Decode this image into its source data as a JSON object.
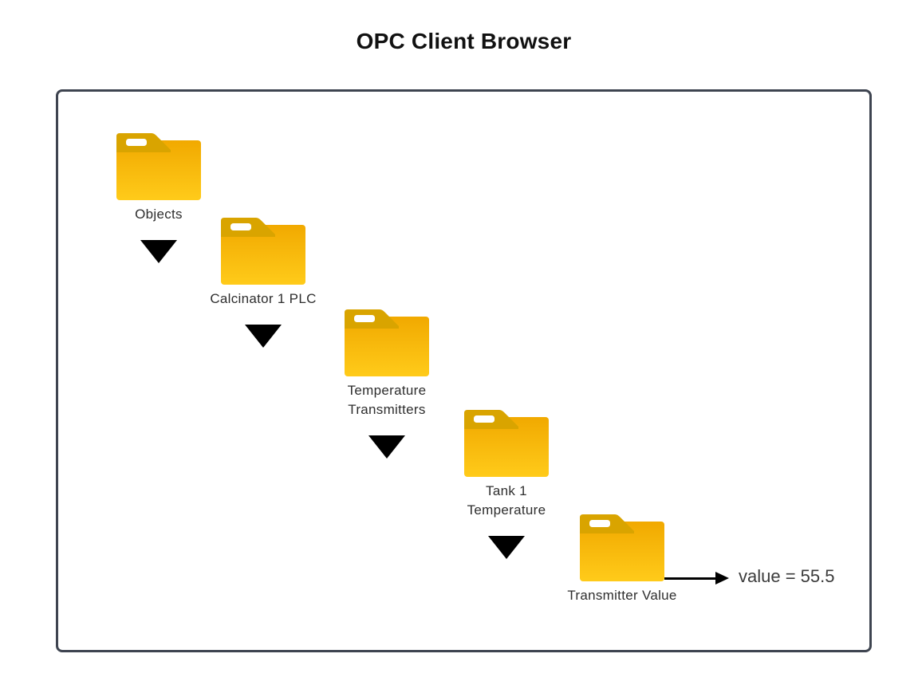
{
  "title": "OPC Client Browser",
  "browser": {
    "nodes": [
      {
        "label": "Objects",
        "lines": [
          "Objects"
        ],
        "expanded": true
      },
      {
        "label": "Calcinator 1 PLC",
        "lines": [
          "Calcinator 1 PLC"
        ],
        "expanded": true
      },
      {
        "label": "Temperature Transmitters",
        "lines": [
          "Temperature",
          "Transmitters"
        ],
        "expanded": true
      },
      {
        "label": "Tank 1 Temperature",
        "lines": [
          "Tank 1",
          "Temperature"
        ],
        "expanded": true
      },
      {
        "label": "Transmitter Value",
        "lines": [
          "Transmitter Value"
        ],
        "expanded": false
      }
    ],
    "value_annotation": "value = 55.5"
  },
  "icons": {
    "folder": "folder-icon",
    "expand": "expand-triangle-icon",
    "value_arrow": "right-arrow-icon"
  },
  "colors": {
    "frame_border": "#3e4450",
    "folder_tab": "#d9a400",
    "folder_body_top": "#f1a900",
    "folder_body_bottom": "#ffcb1a",
    "folder_slot": "#ffffff",
    "expand_triangle": "#000000",
    "arrow": "#000000",
    "label_text": "#2e2e2e",
    "title_text": "#111111"
  }
}
